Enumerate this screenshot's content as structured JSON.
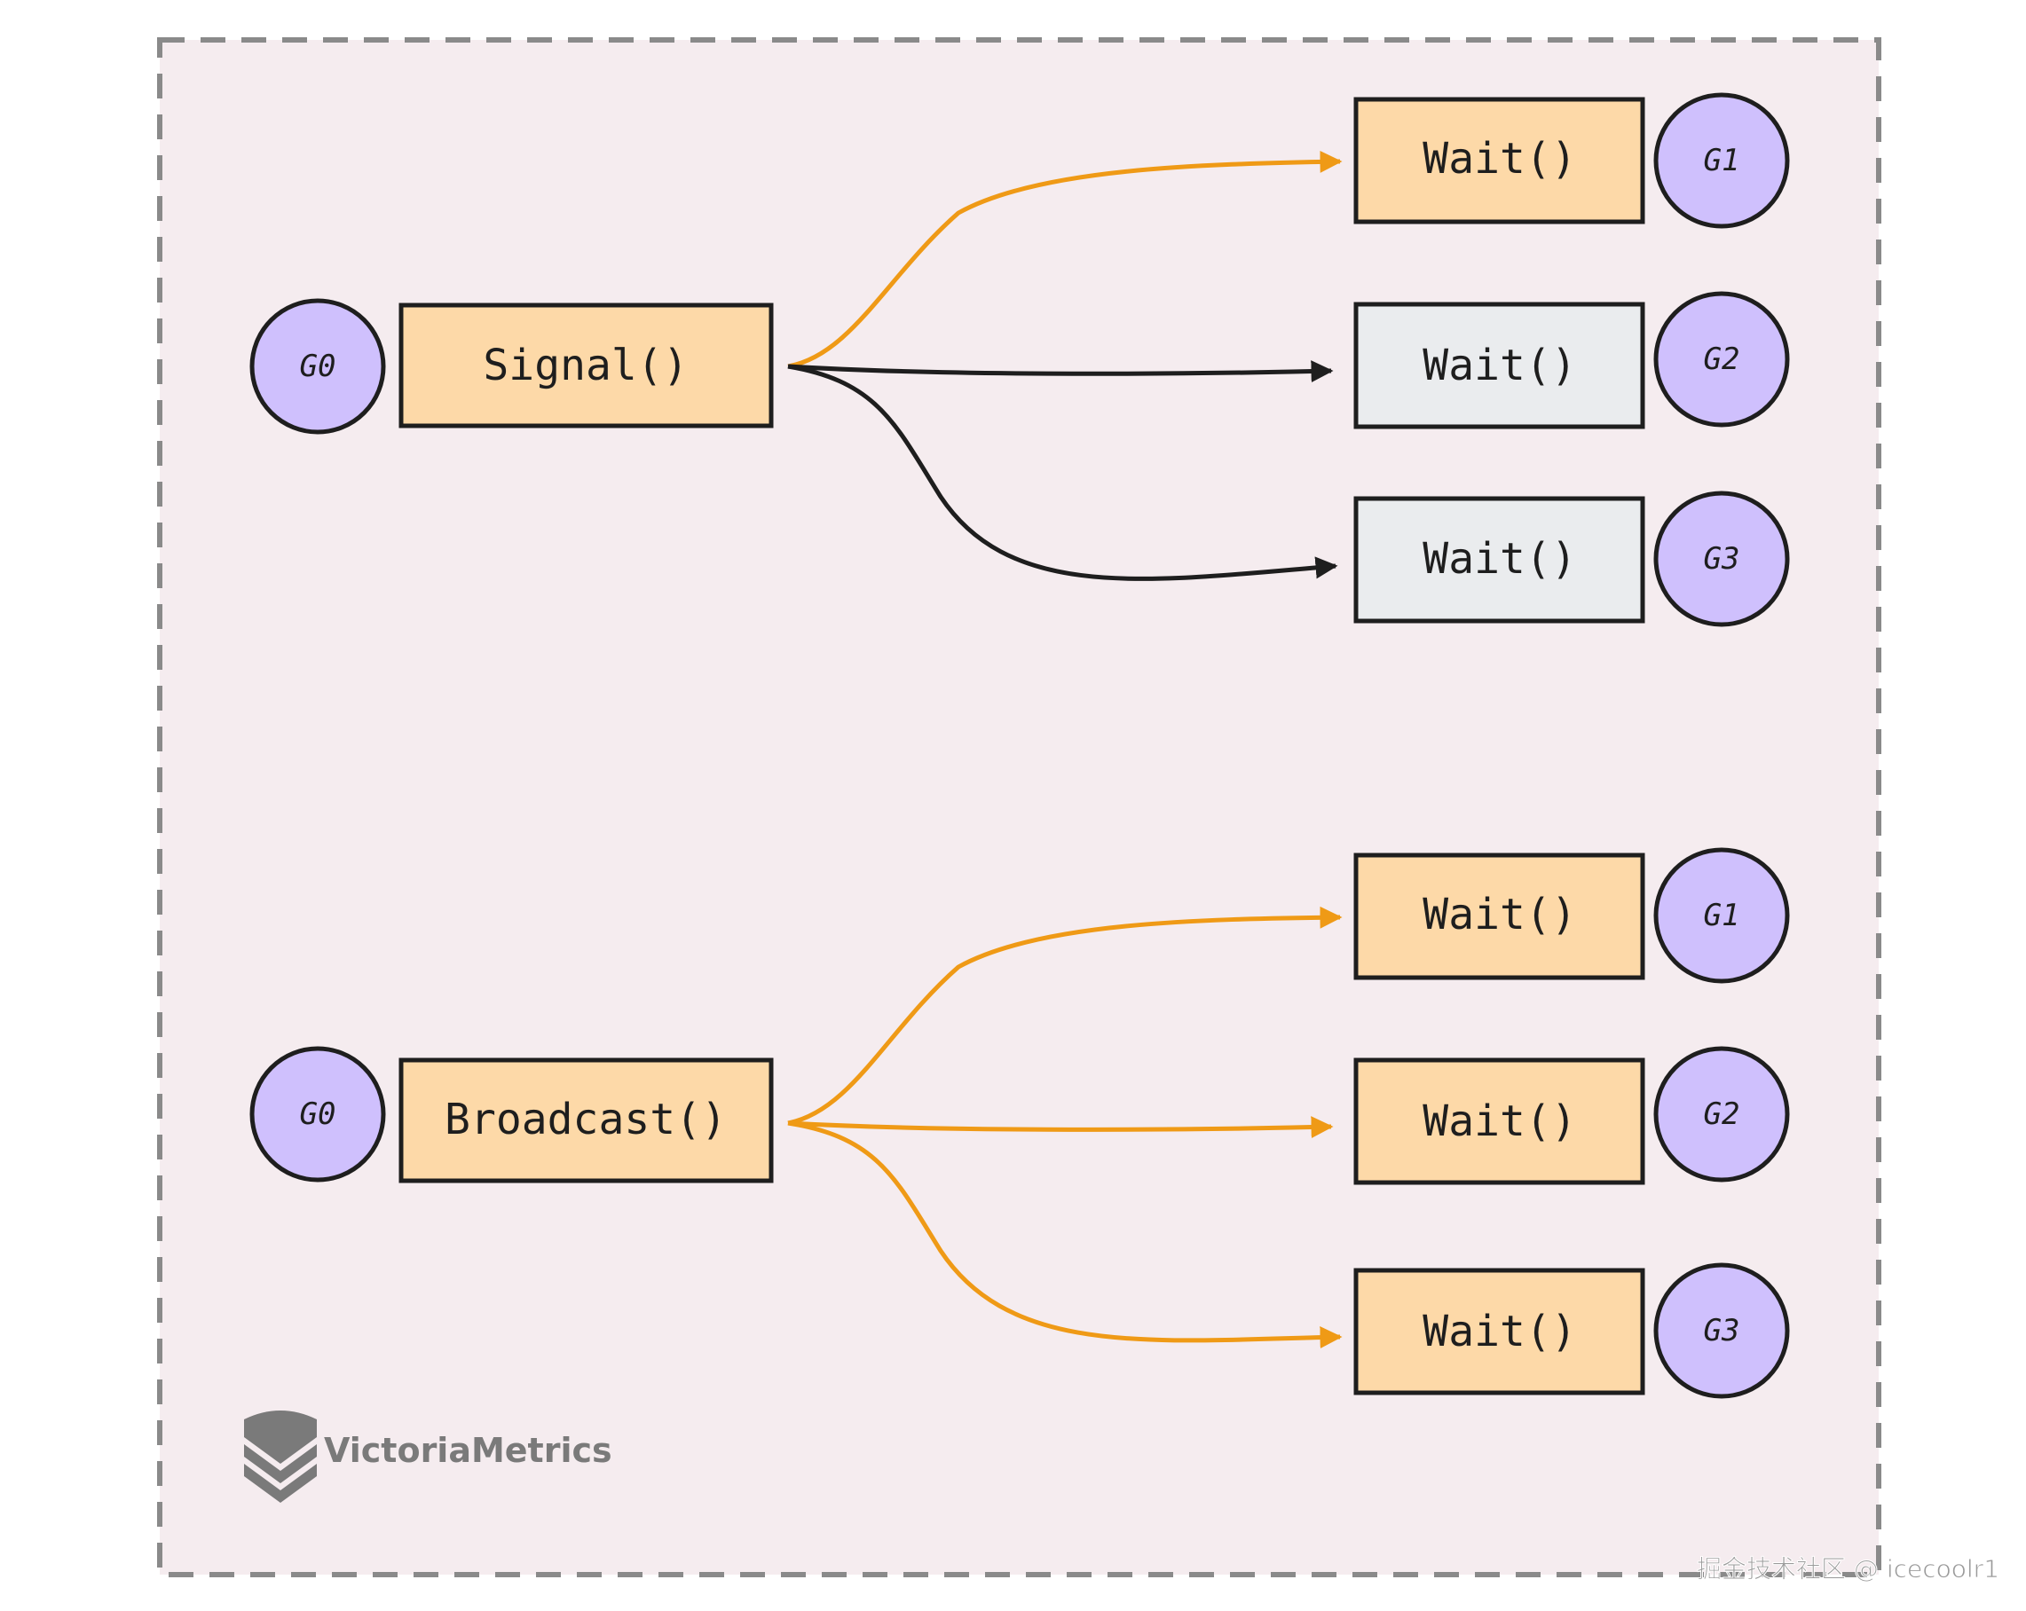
{
  "colors": {
    "background": "#f5ecef",
    "frame": "#8a8a8a",
    "node_orange": "#fdd9a8",
    "node_gray": "#eaecee",
    "goroutine": "#cfc0fd",
    "arrow_active": "#ef9a16",
    "arrow_inactive": "#1e1e1e",
    "logo": "#7a7a7a"
  },
  "signal_group": {
    "source": {
      "goroutine": "G0",
      "label": "Signal()"
    },
    "targets": [
      {
        "goroutine": "G1",
        "label": "Wait()",
        "woken": true
      },
      {
        "goroutine": "G2",
        "label": "Wait()",
        "woken": false
      },
      {
        "goroutine": "G3",
        "label": "Wait()",
        "woken": false
      }
    ]
  },
  "broadcast_group": {
    "source": {
      "goroutine": "G0",
      "label": "Broadcast()"
    },
    "targets": [
      {
        "goroutine": "G1",
        "label": "Wait()",
        "woken": true
      },
      {
        "goroutine": "G2",
        "label": "Wait()",
        "woken": true
      },
      {
        "goroutine": "G3",
        "label": "Wait()",
        "woken": true
      }
    ]
  },
  "logo": {
    "text": "VictoriaMetrics"
  },
  "watermark": {
    "text": "掘金技术社区 @ icecoolr1"
  }
}
